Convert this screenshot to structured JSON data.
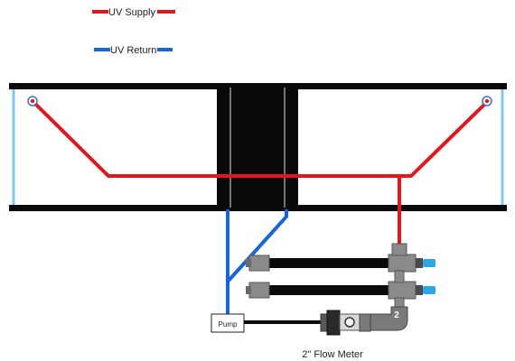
{
  "legend": {
    "supply": {
      "label": "UV Supply",
      "color": "#e8141c"
    },
    "return": {
      "label": "UV Return",
      "color": "#1565e0"
    }
  },
  "labels": {
    "pump": "Pump",
    "flow_meter": "2\" Flow Meter",
    "fitting_size": "2"
  },
  "colors": {
    "frame": "#0a0a0a",
    "side_glass": "#7ec8f0",
    "fitting_gray": "#8a8a8a",
    "fitting_dark": "#4a4a4a",
    "nozzle_blue": "#2aa7e6"
  }
}
